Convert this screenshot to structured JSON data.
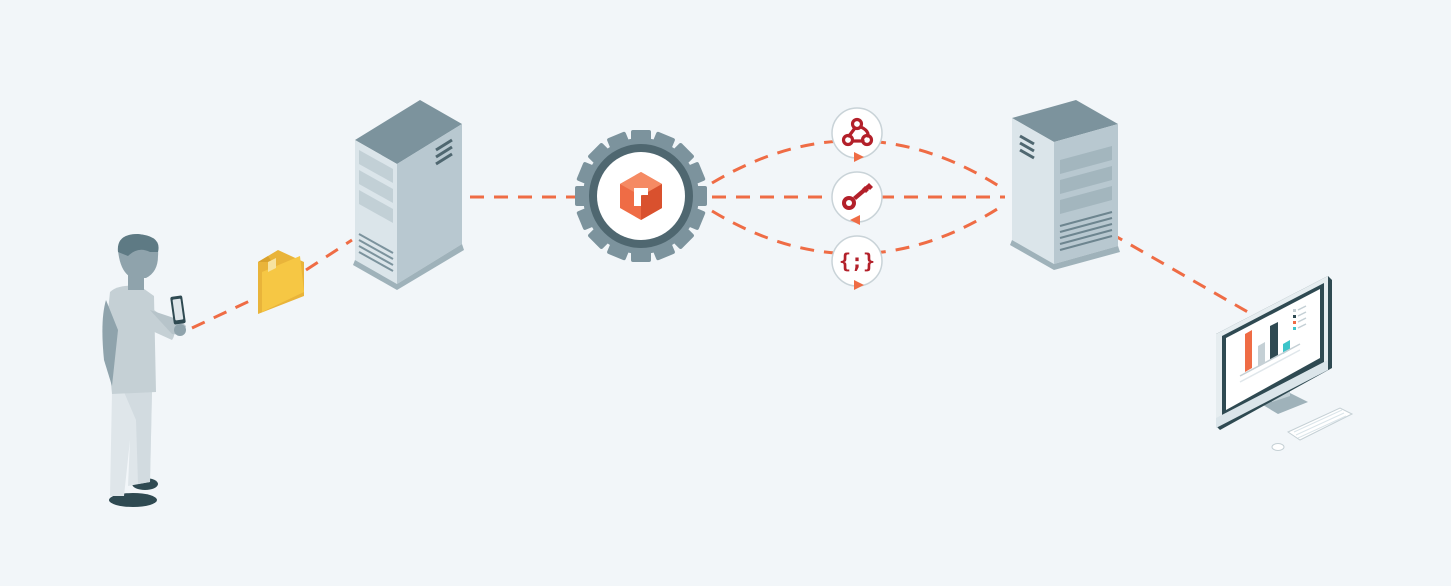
{
  "colors": {
    "background": "#f2f6f9",
    "connector": "#ef6c45",
    "server_light": "#b8c8d0",
    "server_dark": "#7c939d",
    "gear": "#7c939d",
    "badge_icon": "#b3202a",
    "folder": "#f6c744",
    "person_skin": "#8fa3ac",
    "person_jacket": "#c5d0d5"
  },
  "nodes": [
    {
      "id": "user",
      "icon": "person-with-phone-icon"
    },
    {
      "id": "file",
      "icon": "folder-icon"
    },
    {
      "id": "source_server",
      "icon": "server-icon"
    },
    {
      "id": "integration_hub",
      "icon": "gear-logo-icon"
    },
    {
      "id": "destination_server",
      "icon": "server-icon"
    },
    {
      "id": "dashboard",
      "icon": "desktop-monitor-icon"
    }
  ],
  "channels": [
    {
      "icon": "webhook-icon",
      "direction": "forward"
    },
    {
      "icon": "key-icon",
      "direction": "backward"
    },
    {
      "icon": "json-braces-icon",
      "direction": "forward"
    }
  ],
  "badges": {
    "json_label": "{;}"
  }
}
